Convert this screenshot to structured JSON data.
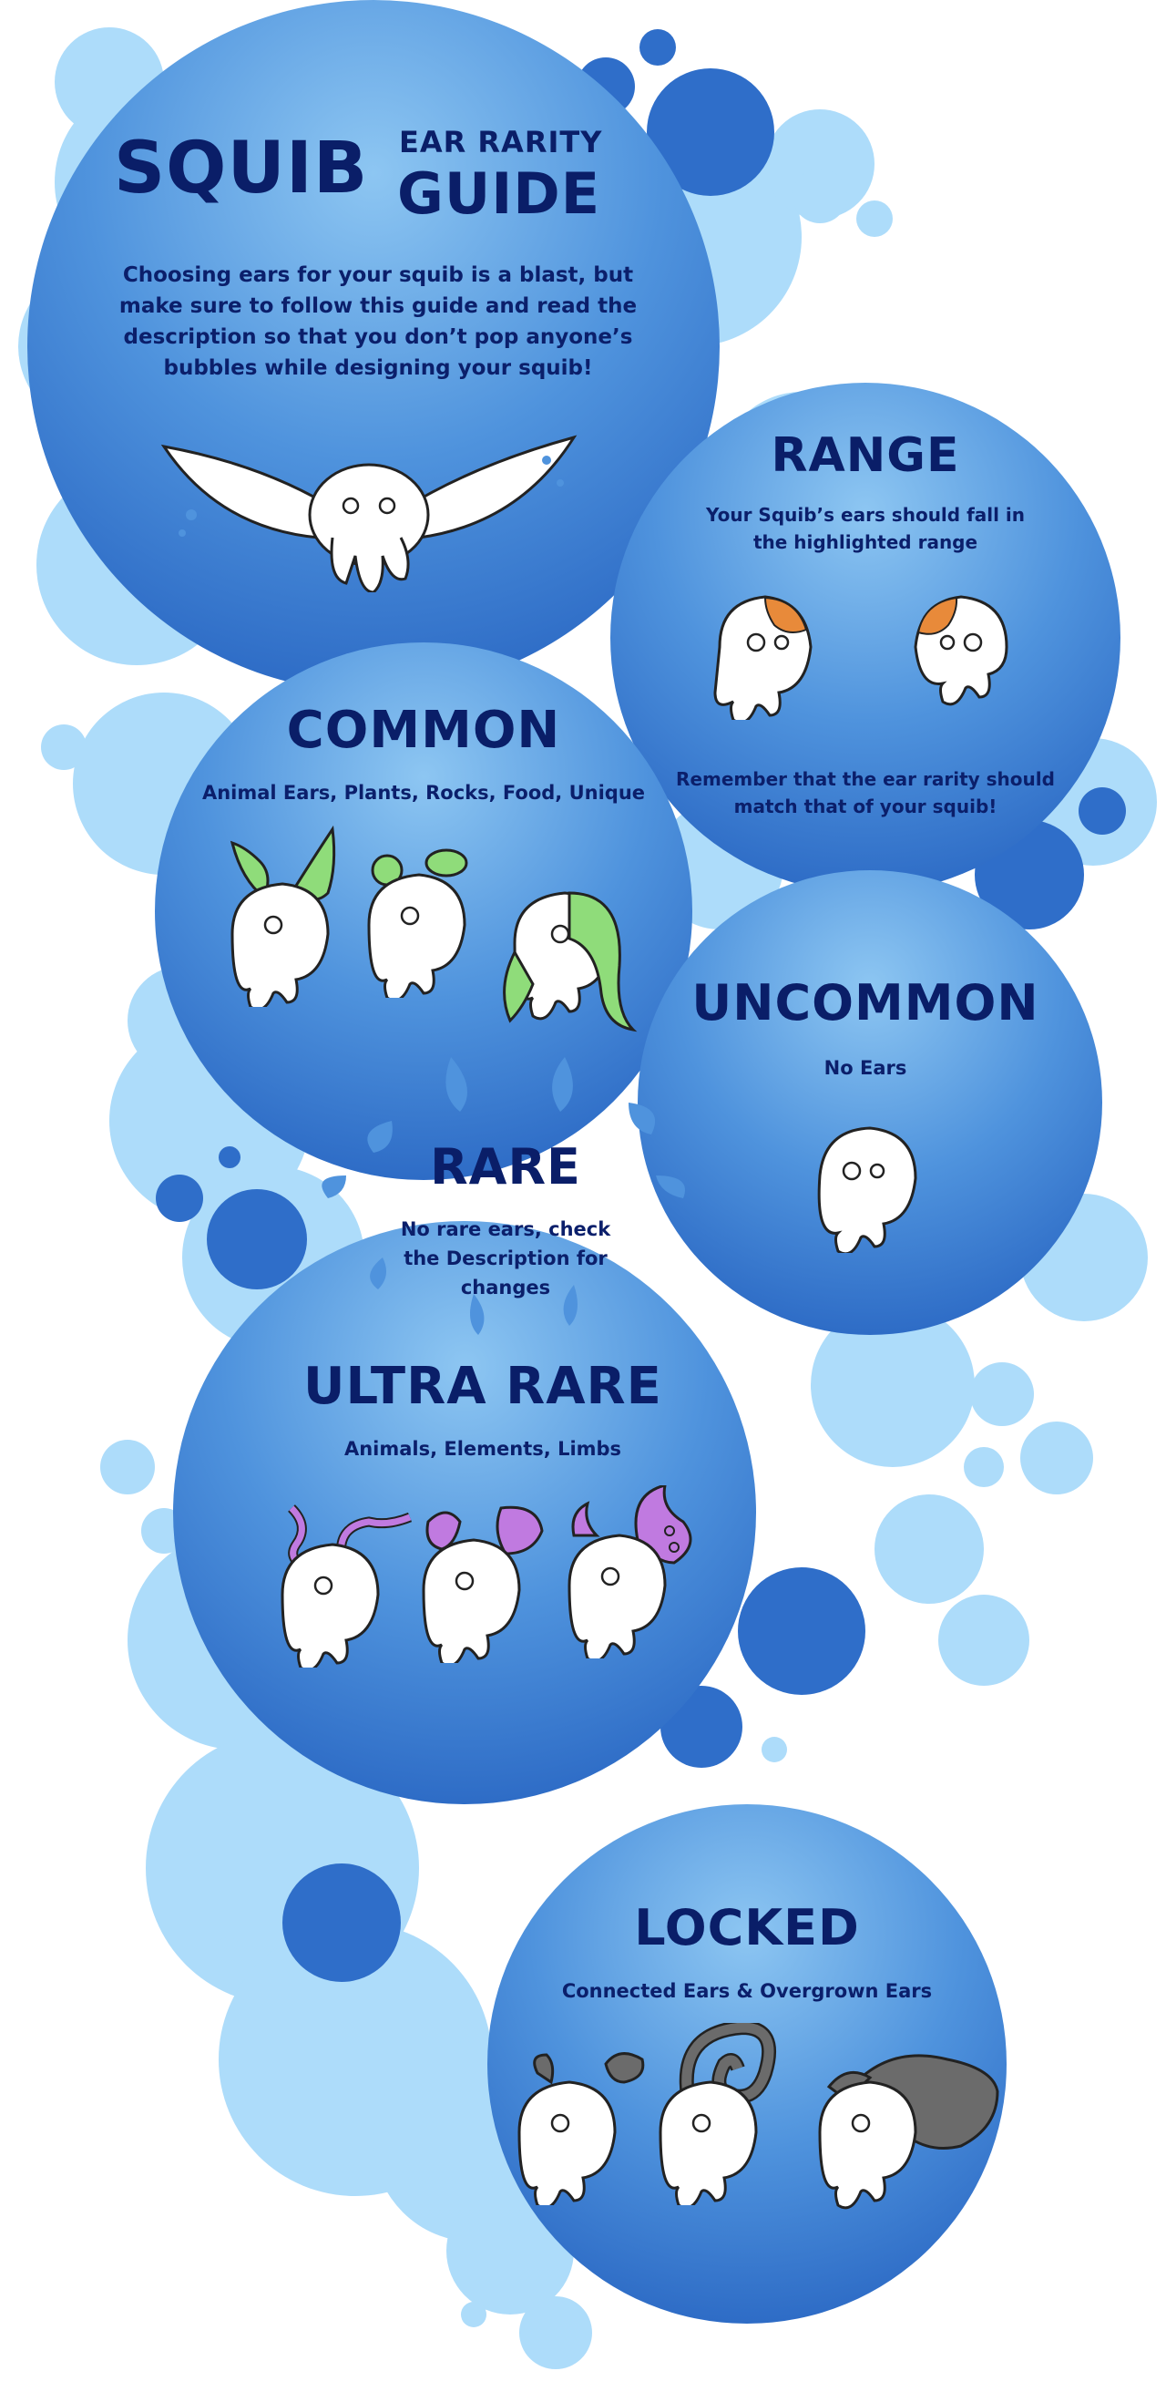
{
  "title": {
    "main": "SQUIB",
    "small": "EAR RARITY",
    "big": "GUIDE"
  },
  "intro": "Choosing ears for your squib is a blast, but make sure to follow this guide and read the description so that you don’t pop anyone’s bubbles while designing your squib!",
  "range": {
    "heading": "RANGE",
    "text": "Your Squib’s ears should fall in the highlighted range",
    "note": "Remember that the ear rarity should match that of your squib!"
  },
  "common": {
    "heading": "COMMON",
    "text": "Animal Ears, Plants, Rocks, Food, Unique"
  },
  "uncommon": {
    "heading": "UNCOMMON",
    "text": "No Ears"
  },
  "rare": {
    "heading": "RARE",
    "text": "No rare ears, check the Description for changes"
  },
  "ultra_rare": {
    "heading": "ULTRA RARE",
    "text": "Animals, Elements, Limbs"
  },
  "locked": {
    "heading": "LOCKED",
    "text": "Connected Ears & Overgrown Ears"
  },
  "colors": {
    "bubble_light": "#7fbcef",
    "bubble_dark": "#2f6ec9",
    "bg_bubble": "#addcfa",
    "text_dark": "#0a1e68",
    "ear_orange": "#e88a3a",
    "ear_green": "#8fdc7a",
    "ear_purple": "#c07ae0",
    "ear_gray": "#6b6b6b"
  }
}
